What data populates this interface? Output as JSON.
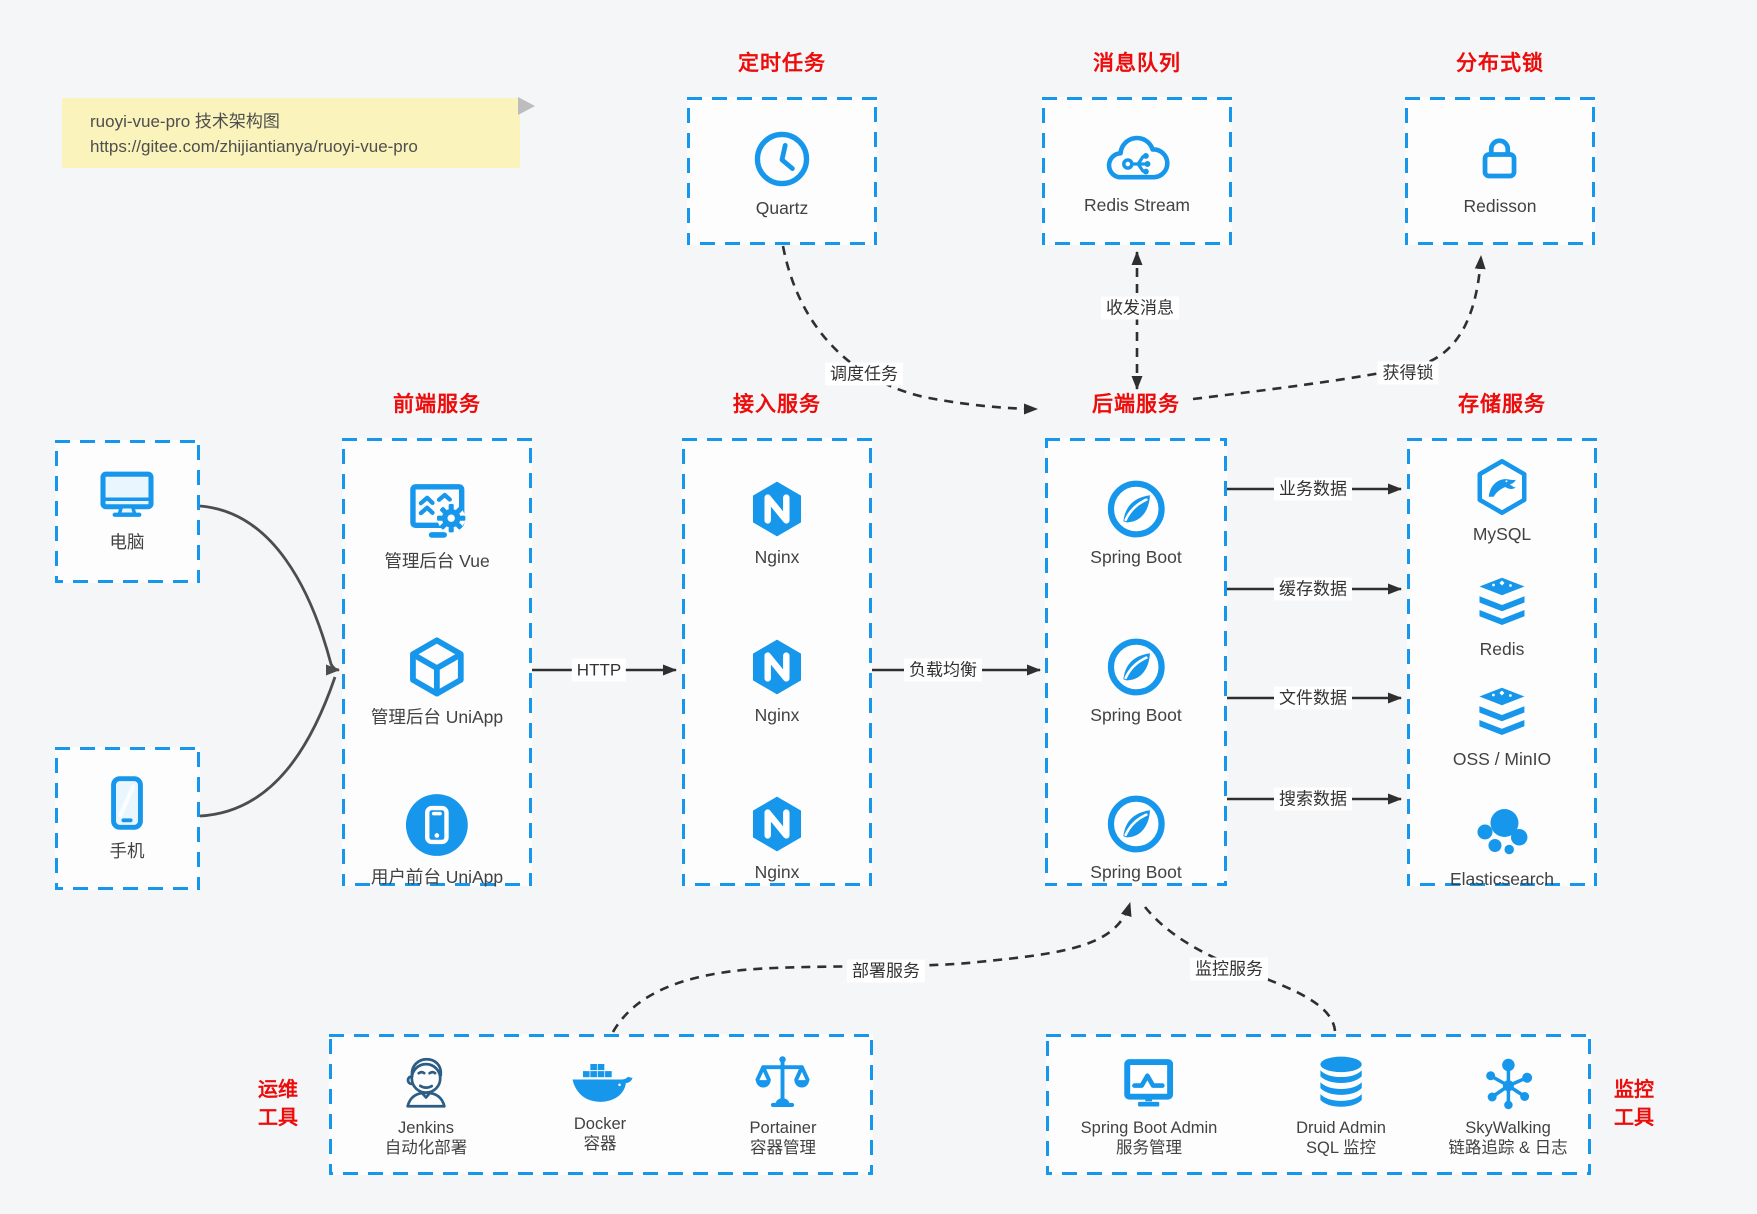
{
  "note": {
    "line1": "ruoyi-vue-pro 技术架构图",
    "line2": "https://gitee.com/zhijiantianya/ruoyi-vue-pro"
  },
  "colors": {
    "accent": "#1697ec",
    "title_red": "#ec0c0c",
    "edge_dark": "#2f2f2f",
    "client_gray": "#4d4d4d",
    "note_bg": "#faf3bb"
  },
  "sections": {
    "scheduler": {
      "title": "定时任务",
      "items": [
        {
          "label": "Quartz",
          "icon": "clock-icon"
        }
      ]
    },
    "queue": {
      "title": "消息队列",
      "items": [
        {
          "label": "Redis Stream",
          "icon": "cloud-stream-icon"
        }
      ]
    },
    "lock": {
      "title": "分布式锁",
      "items": [
        {
          "label": "Redisson",
          "icon": "lock-icon"
        }
      ]
    },
    "clients": {
      "items": [
        {
          "label": "电脑",
          "icon": "desktop-icon"
        },
        {
          "label": "手机",
          "icon": "mobile-icon"
        }
      ]
    },
    "frontend": {
      "title": "前端服务",
      "items": [
        {
          "label": "管理后台 Vue",
          "icon": "admin-monitor-gear-icon"
        },
        {
          "label": "管理后台 UniApp",
          "icon": "cube-icon"
        },
        {
          "label": "用户前台 UniApp",
          "icon": "phone-circle-icon"
        }
      ]
    },
    "gateway": {
      "title": "接入服务",
      "items": [
        {
          "label": "Nginx",
          "icon": "nginx-icon"
        },
        {
          "label": "Nginx",
          "icon": "nginx-icon"
        },
        {
          "label": "Nginx",
          "icon": "nginx-icon"
        }
      ]
    },
    "backend": {
      "title": "后端服务",
      "items": [
        {
          "label": "Spring Boot",
          "icon": "spring-icon"
        },
        {
          "label": "Spring Boot",
          "icon": "spring-icon"
        },
        {
          "label": "Spring Boot",
          "icon": "spring-icon"
        }
      ]
    },
    "storage": {
      "title": "存储服务",
      "items": [
        {
          "label": "MySQL",
          "icon": "mysql-icon"
        },
        {
          "label": "Redis",
          "icon": "redis-stack-icon"
        },
        {
          "label": "OSS / MinIO",
          "icon": "storage-stack-icon"
        },
        {
          "label": "Elasticsearch",
          "icon": "elasticsearch-icon"
        }
      ]
    },
    "devops": {
      "title_line1": "运维",
      "title_line2": "工具",
      "items": [
        {
          "name": "Jenkins",
          "desc": "自动化部署",
          "icon": "jenkins-icon"
        },
        {
          "name": "Docker",
          "desc": "容器",
          "icon": "docker-icon"
        },
        {
          "name": "Portainer",
          "desc": "容器管理",
          "icon": "portainer-icon"
        }
      ]
    },
    "monitoring": {
      "title_line1": "监控",
      "title_line2": "工具",
      "items": [
        {
          "name": "Spring Boot Admin",
          "desc": "服务管理",
          "icon": "admin-chart-icon"
        },
        {
          "name": "Druid Admin",
          "desc": "SQL 监控",
          "icon": "database-icon"
        },
        {
          "name": "SkyWalking",
          "desc": "链路追踪 & 日志",
          "icon": "topology-icon"
        }
      ]
    }
  },
  "edges": {
    "http": "HTTP",
    "load_balance": "负载均衡",
    "schedule": "调度任务",
    "messages": "收发消息",
    "acquire_lock": "获得锁",
    "business_data": "业务数据",
    "cache_data": "缓存数据",
    "file_data": "文件数据",
    "search_data": "搜索数据",
    "deploy": "部署服务",
    "monitor": "监控服务"
  }
}
